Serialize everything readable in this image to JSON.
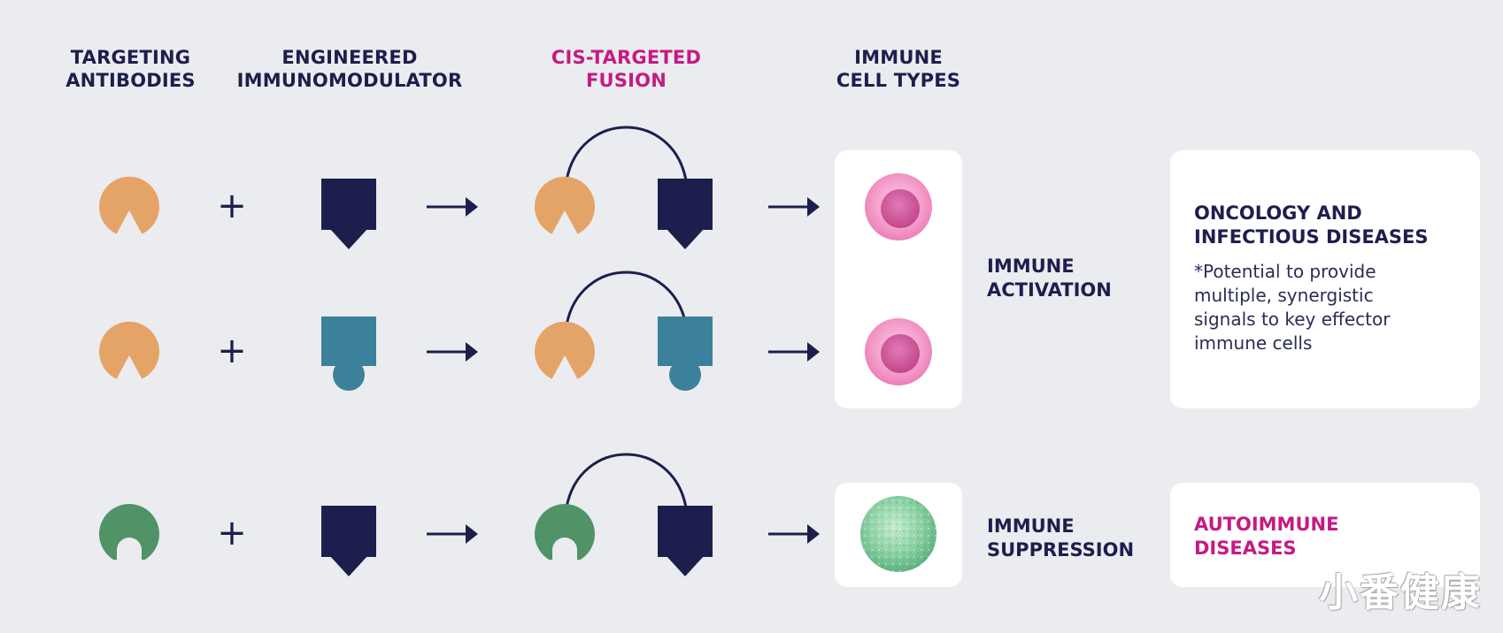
{
  "headers": {
    "antibodies": [
      "TARGETING",
      "ANTIBODIES"
    ],
    "immunomodulator": [
      "ENGINEERED",
      "IMMUNOMODULATOR"
    ],
    "fusion": [
      "CIS-TARGETED",
      "FUSION"
    ],
    "cell_types": [
      "IMMUNE",
      "CELL TYPES"
    ]
  },
  "rows": [
    {
      "antibody": "pacman-orange",
      "modulator": "navy-square-triangle",
      "cell": "pink-cell"
    },
    {
      "antibody": "pacman-orange",
      "modulator": "teal-square-circle",
      "cell": "pink-cell"
    },
    {
      "antibody": "horseshoe-green",
      "modulator": "navy-square-triangle",
      "cell": "green-cell"
    }
  ],
  "symbols": {
    "plus": "+"
  },
  "outcomes": {
    "activation": [
      "IMMUNE",
      "ACTIVATION"
    ],
    "suppression": [
      "IMMUNE",
      "SUPPRESSION"
    ]
  },
  "cards": {
    "oncology": {
      "title": [
        "ONCOLOGY AND",
        "INFECTIOUS DISEASES"
      ],
      "body": [
        "*Potential to provide",
        "multiple, synergistic",
        "signals to key effector",
        "immune cells"
      ]
    },
    "autoimmune": {
      "title": [
        "AUTOIMMUNE",
        "DISEASES"
      ]
    }
  },
  "watermark": "小番健康",
  "colors": {
    "background": "#ebecef",
    "navy": "#1c1f4d",
    "magenta": "#c41a83",
    "orange": "#e4a468",
    "teal": "#3b819b",
    "green": "#4f9367",
    "pink_cell": "#f39ac9",
    "pink_nucleus": "#cc4f96",
    "green_cell": "#8fd3a6"
  }
}
